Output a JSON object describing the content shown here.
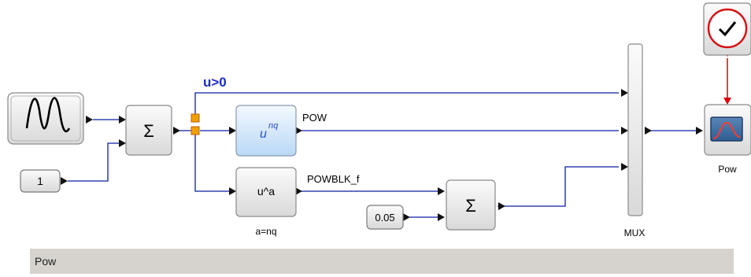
{
  "diagram": {
    "link_color": "#0b1ea8",
    "event_color": "#e00000",
    "labels": {
      "u_gt_0": "u>0",
      "pow": "POW",
      "powblk": "POWBLK_f",
      "mux": "MUX",
      "scope": "Pow",
      "param": "a=nq"
    },
    "blocks": {
      "constant_1": "1",
      "constant_005": "0.05",
      "sum_symbol": "Σ",
      "powblk_text": "u^a",
      "pow_base": "u",
      "pow_exp": "nq"
    },
    "icons": {
      "sine": "sine-wave-icon",
      "clock": "clock-icon",
      "scope": "scope-icon"
    }
  },
  "status_bar": {
    "text": "Pow"
  }
}
